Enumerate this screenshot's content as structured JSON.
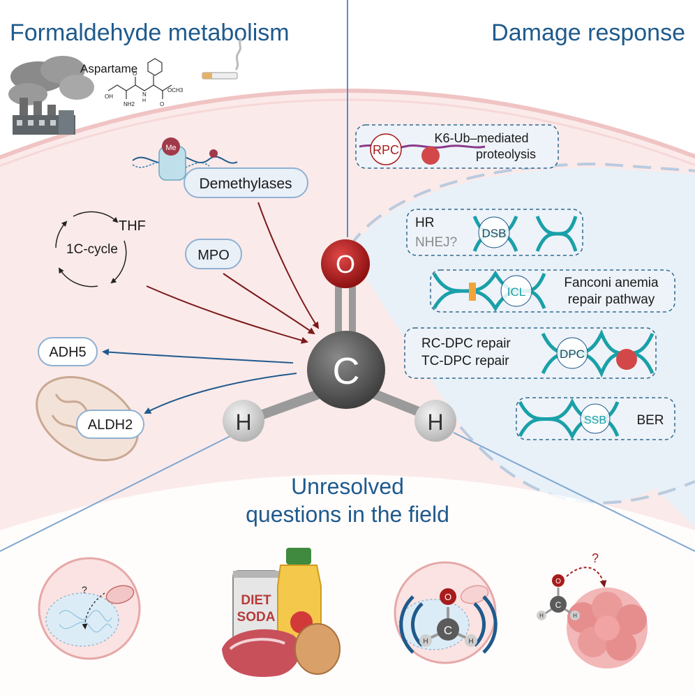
{
  "titles": {
    "left": "Formaldehyde metabolism",
    "right": "Damage response",
    "bottom_line1": "Unresolved",
    "bottom_line2": "questions in the field"
  },
  "sources": {
    "aspartame": "Aspartame",
    "chem_labels": [
      "O",
      "OH",
      "NH2",
      "N",
      "H",
      "O",
      "OCH3"
    ]
  },
  "metabolism": {
    "demethylases": "Demethylases",
    "me_badge": "Me",
    "thf": "THF",
    "cycle": "1C-cycle",
    "mpo": "MPO",
    "adh5": "ADH5",
    "aldh2": "ALDH2"
  },
  "molecule": {
    "o": "O",
    "c": "C",
    "h_left": "H",
    "h_right": "H"
  },
  "damage": {
    "rpc": "RPC",
    "k6_line1": "K6-Ub–mediated",
    "k6_line2": "proteolysis",
    "hr": "HR",
    "nhej": "NHEJ?",
    "dsb": "DSB",
    "icl": "ICL",
    "fanconi_line1": "Fanconi anemia",
    "fanconi_line2": "repair pathway",
    "rc_dpc": "RC-DPC repair",
    "tc_dpc": "TC-DPC repair",
    "dpc": "DPC",
    "ssb": "SSB",
    "ber": "BER"
  },
  "bottom": {
    "q1": "?",
    "diet_line1": "DIET",
    "diet_line2": "SODA",
    "mini_o": "O",
    "mini_c": "C",
    "mini_h1": "H",
    "mini_h2": "H",
    "q4": "?",
    "tumor_o": "O",
    "tumor_c": "C",
    "tumor_h1": "H",
    "tumor_h2": "H"
  },
  "colors": {
    "title": "#1f5a8c",
    "oxygen": "#a81c1c",
    "carbon": "#5b5b5b",
    "hydrogen": "#d9d9d9",
    "dna_teal": "#1aa0a8",
    "dna_dark": "#21535a",
    "cell_pink": "#fbe9e9",
    "nucleus_blue": "#e6eff8",
    "arrow_red": "#7a1a1a",
    "arrow_blue": "#1f5a8c"
  }
}
